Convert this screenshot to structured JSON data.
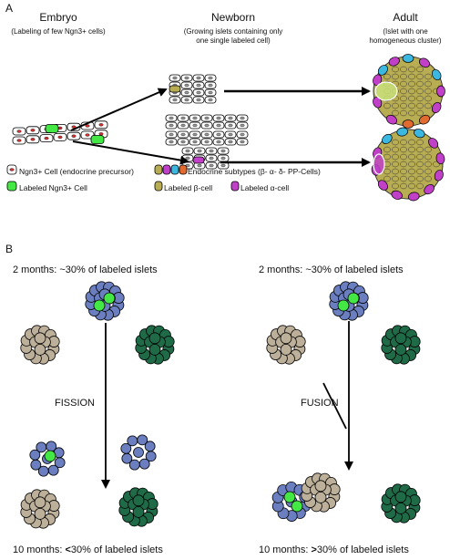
{
  "panel_a": {
    "label": "A",
    "embryo": {
      "title": "Embryo",
      "subtitle": "(Labeling of few Ngn3+ cells)"
    },
    "newborn": {
      "title": "Newborn",
      "subtitle_1": "(Growing islets containing only",
      "subtitle_2": "one single labeled cell)"
    },
    "adult": {
      "title": "Adult",
      "subtitle_1": "(Islet with one",
      "subtitle_2": "homogeneous cluster)"
    },
    "legend": {
      "ngn3_cell": "Ngn3+ Cell (endocrine precursor)",
      "labeled_ngn3": "Labeled Ngn3+ Cell",
      "endocrine_subtypes": "Endocrine subtypes (β- α- δ-  PP-Cells)",
      "labeled_beta": "Labeled β-cell",
      "labeled_alpha": "Labeled α-cell"
    }
  },
  "panel_b": {
    "label": "B",
    "fission": {
      "header": "2 months: ~30% of labeled islets",
      "process": "FISSION",
      "footer_prefix": "10 months: ",
      "footer_op": "<",
      "footer_suffix": "30% of labeled islets"
    },
    "fusion": {
      "header": "2 months: ~30% of labeled islets",
      "process": "FUSION",
      "footer_prefix": "10 months: ",
      "footer_op": ">",
      "footer_suffix": "30% of labeled islets"
    }
  },
  "colors": {
    "blue_cell": "#6b7fc0",
    "tan_cell": "#bdb09a",
    "green_cell": "#1f6b48",
    "labeled_green": "#44e844",
    "beta_olive": "#b8ad52",
    "alpha_magenta": "#c040c8",
    "delta_cyan": "#3cb8e0",
    "pp_orange": "#e06a30",
    "nucleus_red": "#d43030"
  }
}
